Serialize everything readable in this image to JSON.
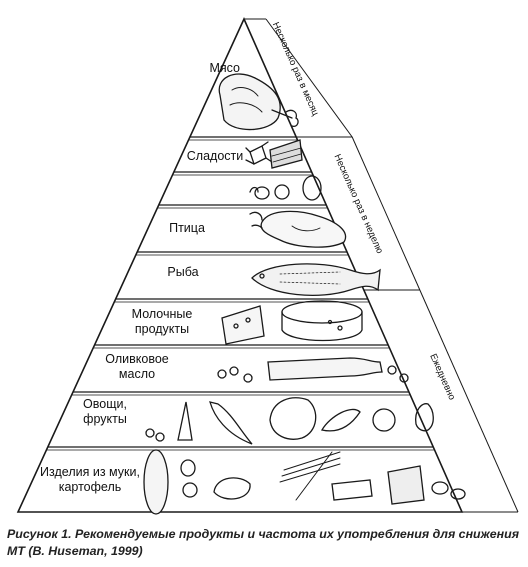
{
  "pyramid": {
    "levels": [
      {
        "label": "Мясо",
        "foods": [
          "meat"
        ]
      },
      {
        "label": "Сладости",
        "foods": [
          "sweets"
        ]
      },
      {
        "label": "",
        "foods": [
          "eggs"
        ]
      },
      {
        "label": "Птица",
        "foods": [
          "poultry"
        ]
      },
      {
        "label": "Рыба",
        "foods": [
          "fish"
        ]
      },
      {
        "label": "Молочные\nпродукты",
        "foods": [
          "cheese"
        ]
      },
      {
        "label": "Оливковое\nмасло",
        "foods": [
          "olive-oil",
          "olives"
        ]
      },
      {
        "label": "Овощи,\nфрукты",
        "foods": [
          "vegetables",
          "fruits"
        ]
      },
      {
        "label": "Изделия из муки,\nкартофель",
        "foods": [
          "bread",
          "pasta",
          "potatoes"
        ]
      }
    ],
    "frequency": [
      {
        "label": "Несколько раз в месяц"
      },
      {
        "label": "Несколько раз в неделю"
      },
      {
        "label": "Ежедневно"
      }
    ]
  },
  "caption": {
    "text": "Рисунок 1. Рекомендуемые продукты и частота их употребления для снижения МТ (B. Huseman, 1999)"
  }
}
